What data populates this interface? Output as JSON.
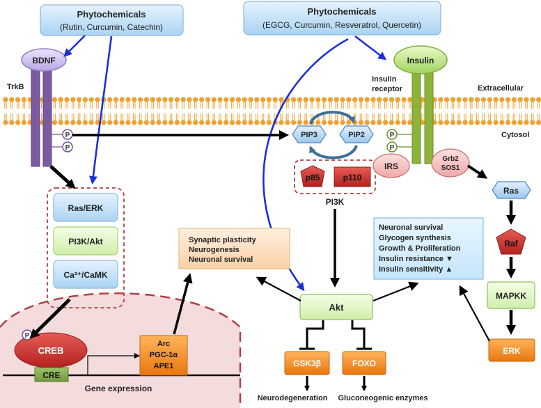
{
  "phyto_left": {
    "title": "Phytochemicals",
    "list": "(Rutin, Curcumin, Catechin)"
  },
  "phyto_right": {
    "title": "Phytochemicals",
    "list": "(EGCG, Curcumin, Resveratrol, Quercetin)"
  },
  "receptors": {
    "bdnf": "BDNF",
    "trkb": "TrkB",
    "insulin": "Insulin",
    "insulin_receptor_line1": "Insulin",
    "insulin_receptor_line2": "receptor",
    "phospho": "P"
  },
  "membrane": {
    "extracellular": "Extracellular",
    "cytosol": "Cytosol"
  },
  "pi3k": {
    "pip3": "PIP3",
    "pip2": "PIP2",
    "p85": "p85",
    "p110": "p110",
    "label": "PI3K"
  },
  "insulin_path": {
    "irs": "IRS",
    "grb2": "Grb2",
    "sos1": "SOS1",
    "ras": "Ras",
    "raf": "Raf",
    "mapkk": "MAPKK",
    "erk": "ERK"
  },
  "bdnf_path": {
    "ras_erk": "Ras/ERK",
    "pi3k_akt": "PI3K/Akt",
    "ca": "Ca²⁺/CaMK"
  },
  "effects_left": [
    "Synaptic plasticity",
    "Neurogenesis",
    "Neuronal survival"
  ],
  "effects_right": [
    "Neuronal survival",
    "Glycogen synthesis",
    "Growth & Proliferation",
    "Insulin resistance ▼",
    "Insulin sensitivity ▲"
  ],
  "akt": {
    "akt": "Akt",
    "gsk": "GSK3β",
    "foxo": "FOXO",
    "neuro": "Neurodegeneration",
    "gluco": "Gluconeogenic enzymes"
  },
  "nucleus": {
    "creb": "CREB",
    "cre": "CRE",
    "gene_expression": "Gene expression",
    "targets": [
      "Arc",
      "PGC-1α",
      "APE1"
    ]
  },
  "colors": {
    "membrane": "#f0a030",
    "trkb": "#7a5aa0",
    "insulin_receptor": "#8db43a",
    "blue_arrow": "#1a2fd6",
    "orange_box": "#f08a1e",
    "red_protein": "#c8302e",
    "nucleus_fill": "#f5dcdc",
    "nucleus_border": "#b04040"
  }
}
